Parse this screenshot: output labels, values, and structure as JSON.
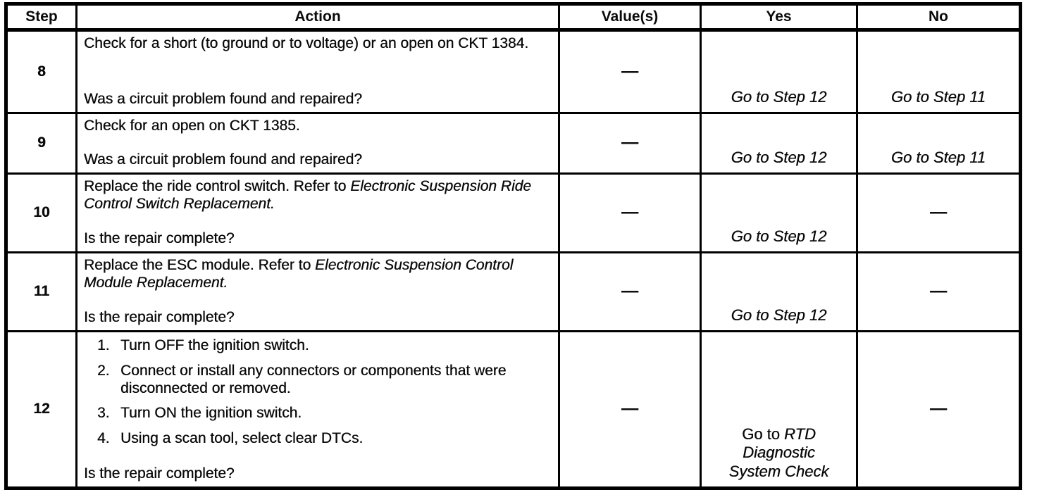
{
  "table": {
    "headers": {
      "step": "Step",
      "action": "Action",
      "values": "Value(s)",
      "yes": "Yes",
      "no": "No"
    },
    "rows": [
      {
        "step": "8",
        "para": "Check for a short (to ground or to voltage) or an open on CKT 1384.",
        "question": "Was a circuit problem found and repaired?",
        "value": "—",
        "yes_italic": "Go to Step 12",
        "no_italic": "Go to Step 11"
      },
      {
        "step": "9",
        "para": "Check for an open on CKT 1385.",
        "question": "Was a circuit problem found and repaired?",
        "value": "—",
        "yes_italic": "Go to Step 12",
        "no_italic": "Go to Step 11"
      },
      {
        "step": "10",
        "para_pre": "Replace the ride control switch. Refer to ",
        "para_italic": "Electronic Suspension Ride Control Switch Replacement.",
        "question": "Is the repair complete?",
        "value": "—",
        "yes_italic": "Go to Step 12",
        "no": "—"
      },
      {
        "step": "11",
        "para_pre": "Replace the ESC module. Refer to ",
        "para_italic": "Electronic Suspension Control Module Replacement.",
        "question": "Is the repair complete?",
        "value": "—",
        "yes_italic": "Go to Step 12",
        "no": "—"
      },
      {
        "step": "12",
        "list": [
          {
            "num": "1.",
            "text": "Turn OFF the ignition switch."
          },
          {
            "num": "2.",
            "text": "Connect or install any connectors or components that were disconnected or removed."
          },
          {
            "num": "3.",
            "text": "Turn ON the ignition switch."
          },
          {
            "num": "4.",
            "text": "Using a scan tool, select clear DTCs."
          }
        ],
        "question": "Is the repair complete?",
        "value": "—",
        "yes_pre": "Go to ",
        "yes_italic": "RTD Diagnostic System Check",
        "no": "—"
      }
    ]
  }
}
